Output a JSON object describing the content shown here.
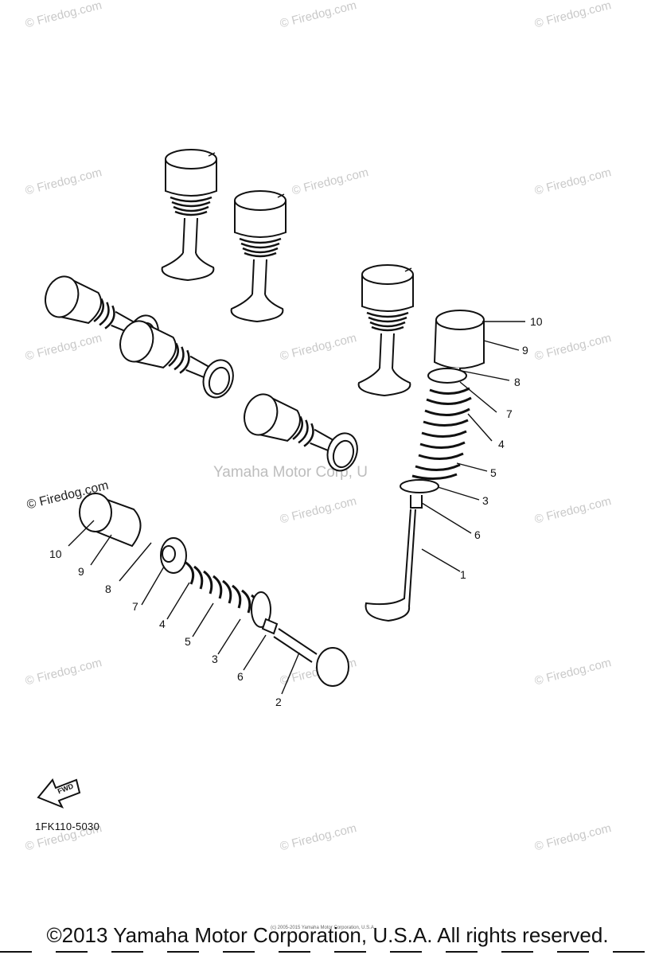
{
  "watermark": {
    "text": "© Firedog.com",
    "center_text": "Yamaha Motor Corp, U",
    "dark_text": "© Firedog.com"
  },
  "diagram": {
    "part_code": "1FK110-5030",
    "fwd_label": "FWD",
    "right_assembly_callouts": [
      "10",
      "9",
      "8",
      "7",
      "4",
      "5",
      "3",
      "6",
      "1"
    ],
    "left_assembly_callouts": [
      "10",
      "9",
      "8",
      "7",
      "4",
      "5",
      "3",
      "6",
      "2"
    ]
  },
  "footer": {
    "copyright": "©2013 Yamaha Motor Corporation, U.S.A. All rights reserved.",
    "tiny_text": "(c) 2005-2015 Yamaha Motor Corporation, U.S.A."
  }
}
